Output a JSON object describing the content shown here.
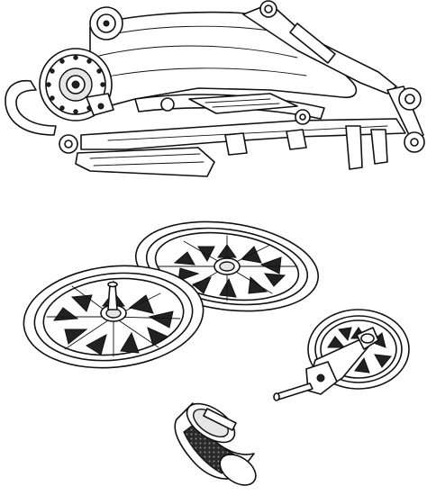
{
  "figure": {
    "parts": [
      {
        "id": "folded-stroller-frame",
        "icon": "stroller-frame-icon"
      },
      {
        "id": "rear-wheel-left",
        "icon": "wheel-icon"
      },
      {
        "id": "rear-wheel-right",
        "icon": "wheel-icon"
      },
      {
        "id": "front-swivel-wheel",
        "icon": "swivel-wheel-icon"
      },
      {
        "id": "cup-holder",
        "icon": "cup-holder-icon"
      }
    ]
  }
}
